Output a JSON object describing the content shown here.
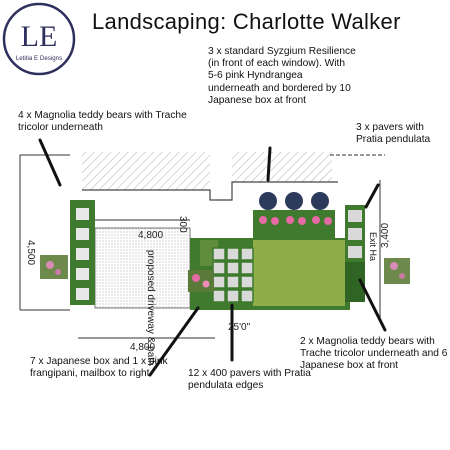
{
  "logo": {
    "monogram": "LE",
    "brand": "Letitia E Designs"
  },
  "title": "Landscaping: Charlotte Walker",
  "notes": {
    "syzygium": "3 x standard Syzgium Resilience (in front of each window). With 5-6 pink Hyndrangea underneath and bordered by 10 Japanese box at front",
    "magnolia_left": "4 x Magnolia teddy bears with Trache tricolor underneath",
    "pavers_right": "3 x pavers with Pratia pendulata",
    "japanese_box": "7 x Japanese box and 1 x pink frangipani, mailbox to right",
    "pavers_center": "12 x 400 pavers with Pratia pendulata edges",
    "magnolia_right": "2 x Magnolia teddy bears with Trache tricolor underneath and 6 Japanese box at front"
  },
  "plan": {
    "dimensions": {
      "d300": "300",
      "d4800_top": "4,800",
      "d4800_bottom": "4,800",
      "d4500": "4,500",
      "d3400": "3,400",
      "d250": "25'0\""
    },
    "labels": {
      "driveway": "proposed driveway & path",
      "side": "Exit Ha"
    }
  },
  "colors": {
    "lawn": "#8fae4a",
    "hedge": "#3f7a2e",
    "paver": "#d9d9d9",
    "blossom": "#e66aa3"
  }
}
